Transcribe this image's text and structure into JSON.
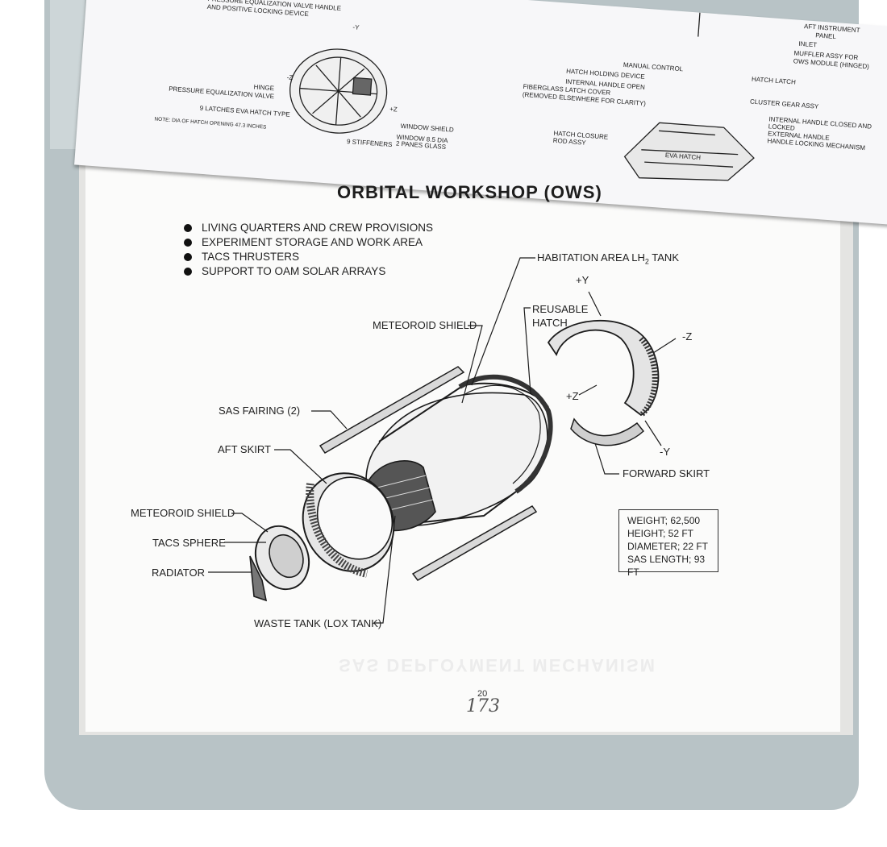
{
  "title": "ORBITAL WORKSHOP (OWS)",
  "bullets": [
    "LIVING QUARTERS AND CREW PROVISIONS",
    "EXPERIMENT STORAGE AND WORK AREA",
    "TACS THRUSTERS",
    "SUPPORT TO OAM SOLAR ARRAYS"
  ],
  "labels": {
    "habitation": "HABITATION AREA LH",
    "habitation_sub": "2",
    "habitation_end": " TANK",
    "reusable_hatch_1": "REUSABLE",
    "reusable_hatch_2": "HATCH",
    "meteoroid_shield_top": "METEOROID SHIELD",
    "plus_y": "+Y",
    "minus_z": "-Z",
    "plus_z": "+Z",
    "minus_y": "-Y",
    "sas_fairing": "SAS FAIRING (2)",
    "aft_skirt": "AFT SKIRT",
    "forward_skirt": "FORWARD SKIRT",
    "meteoroid_shield_low": "METEOROID SHIELD",
    "tacs_sphere": "TACS SPHERE",
    "radiator": "RADIATOR",
    "waste_tank": "WASTE TANK (LOX TANK)"
  },
  "specs": [
    "WEIGHT; 62,500",
    "HEIGHT; 52 FT",
    "DIAMETER; 22 FT",
    "SAS LENGTH; 93 FT"
  ],
  "page_number": "20",
  "handwritten_number": "173",
  "ghost_text": "SAS DEPLOYMENT MECHANISM",
  "top_sheet": {
    "labels_left": [
      "PRESSURE EQUALIZATION VALVE HANDLE",
      "AND POSITIVE LOCKING DEVICE",
      "-Y",
      "-Z",
      "+Z",
      "HINGE",
      "PRESSURE EQUALIZATION VALVE",
      "9 LATCHES EVA HATCH TYPE",
      "WINDOW SHIELD",
      "WINDOW 8.5 DIA",
      "2 PANES GLASS",
      "9 STIFFENERS",
      "NOTE: DIA OF HATCH OPENING 47.3 INCHES"
    ],
    "labels_right": [
      "AFT INSTRUMENT",
      "PANEL",
      "INLET",
      "MUFFLER ASSY FOR",
      "OWS MODULE (HINGED)",
      "MANUAL CONTROL",
      "HATCH HOLDING DEVICE",
      "HATCH LATCH",
      "INTERNAL HANDLE OPEN",
      "CLUSTER GEAR ASSY",
      "FIBERGLASS LATCH COVER",
      "(REMOVED ELSEWHERE FOR CLARITY)",
      "INTERNAL HANDLE CLOSED AND",
      "LOCKED",
      "EXTERNAL HANDLE",
      "HANDLE LOCKING MECHANISM",
      "HATCH CLOSURE",
      "ROD ASSY",
      "EVA HATCH"
    ]
  }
}
